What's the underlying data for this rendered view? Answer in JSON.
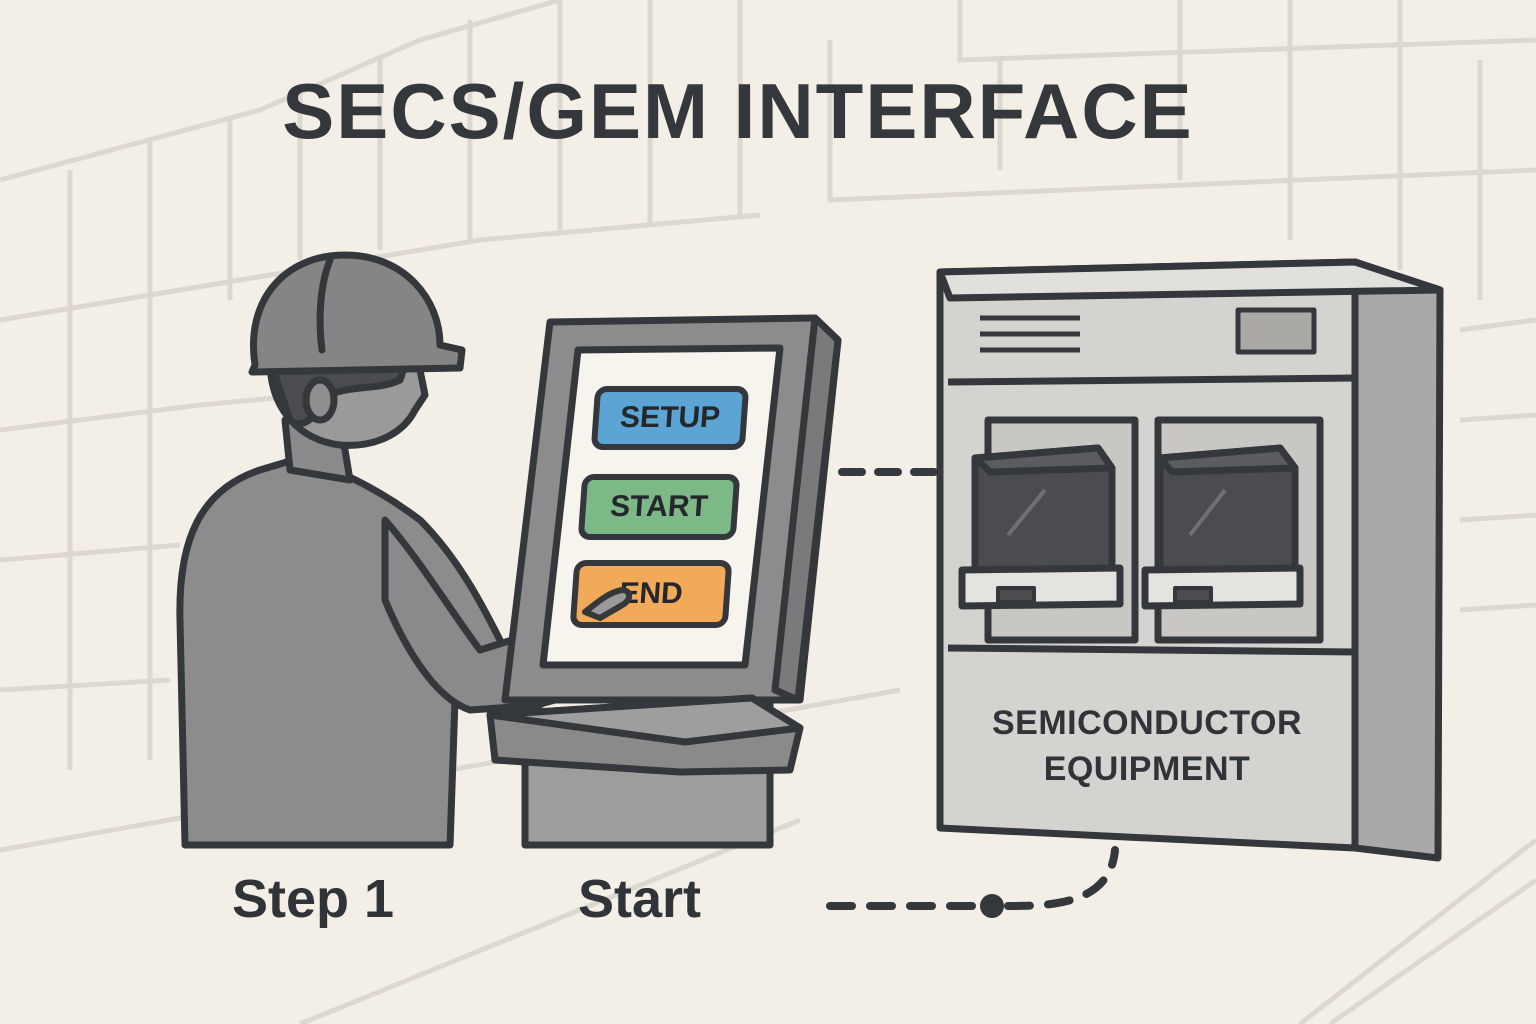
{
  "title": "SECS/GEM INTERFACE",
  "kiosk": {
    "buttons": [
      {
        "label": "SETUP",
        "color": "#5ba4d4"
      },
      {
        "label": "START",
        "color": "#7cb987"
      },
      {
        "label": "END",
        "color": "#f1a95a"
      }
    ]
  },
  "equipment": {
    "label_line1": "SEMICONDUCTOR",
    "label_line2": "EQUIPMENT"
  },
  "captions": {
    "step": "Step 1",
    "start": "Start"
  },
  "colors": {
    "background": "#f4efe6",
    "outline": "#34373b",
    "figure_gray": "#8e8e8e",
    "machine_gray": "#c9c9c7"
  }
}
